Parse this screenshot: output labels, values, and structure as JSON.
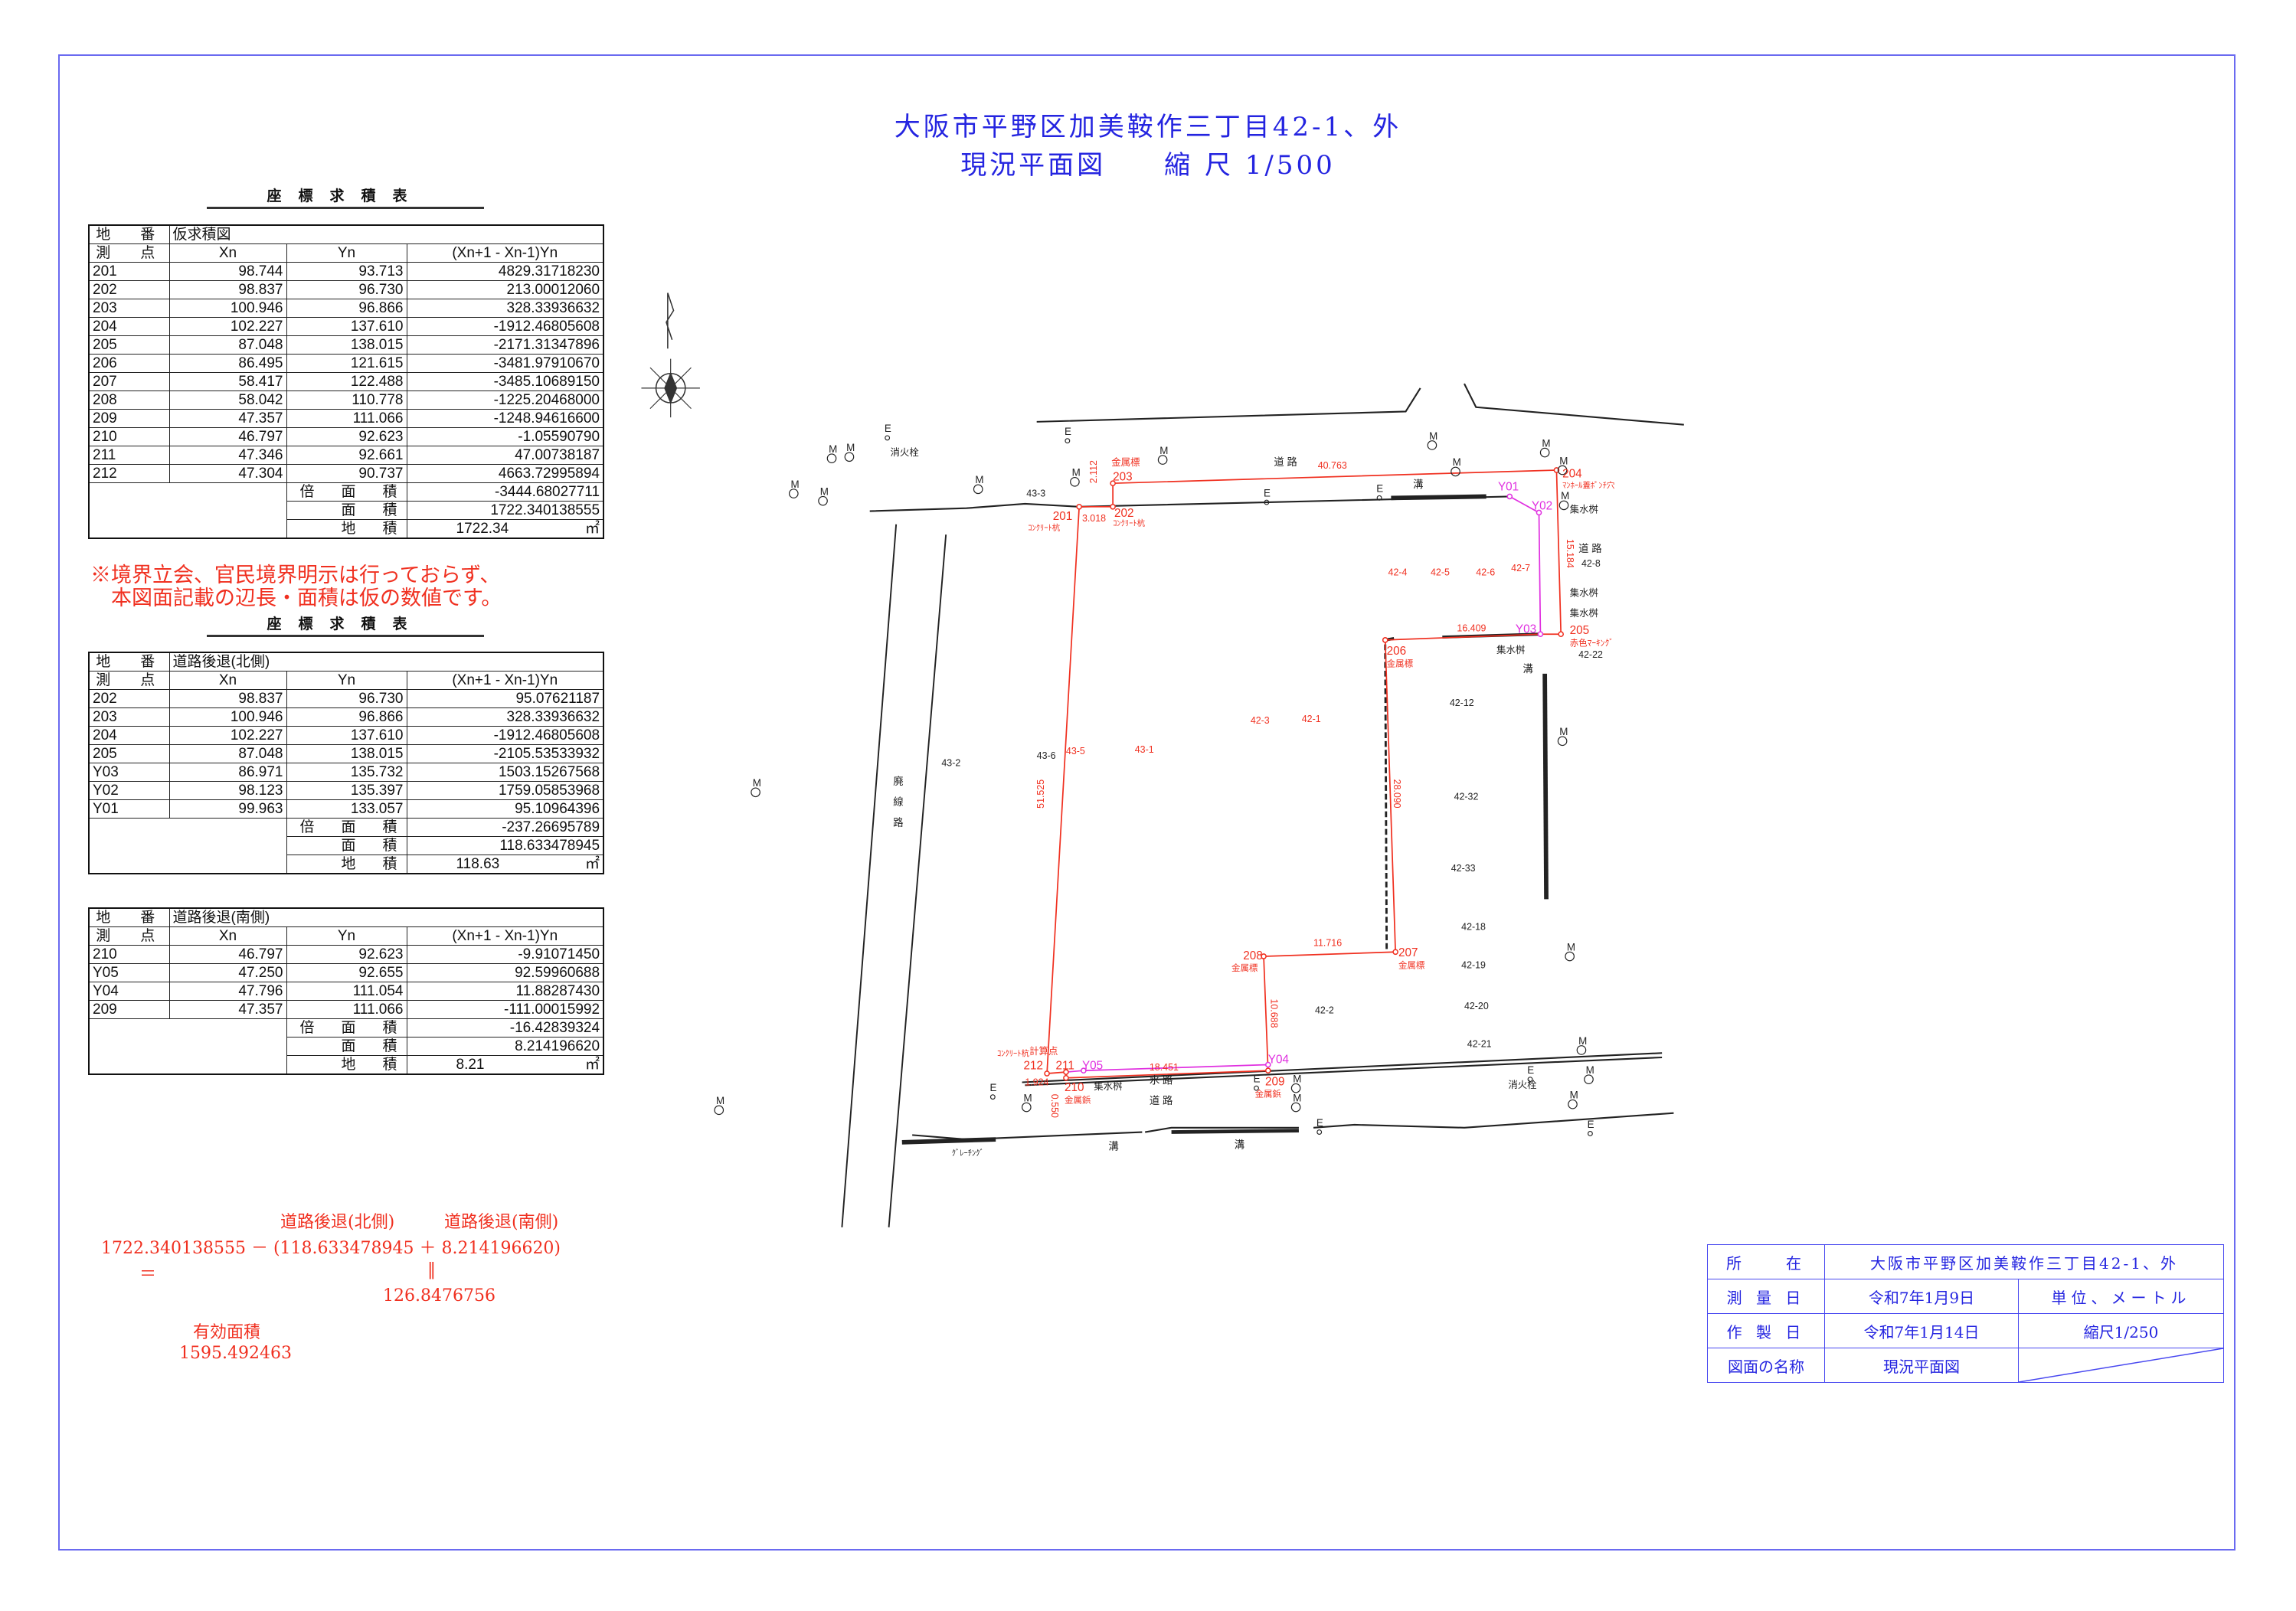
{
  "header": {
    "title_line1": "大阪市平野区加美鞍作三丁目42-1、外",
    "title_line2": "現況平面図　　縮 尺 1/500"
  },
  "tables": [
    {
      "title": "座標求積表",
      "lot_label": "地　番",
      "lot_value": "仮求積図",
      "head": [
        "測　点",
        "Xn",
        "Yn",
        "(Xn+1 - Xn-1)Yn"
      ],
      "rows": [
        [
          "201",
          "98.744",
          "93.713",
          "4829.31718230"
        ],
        [
          "202",
          "98.837",
          "96.730",
          "213.00012060"
        ],
        [
          "203",
          "100.946",
          "96.866",
          "328.33936632"
        ],
        [
          "204",
          "102.227",
          "137.610",
          "-1912.46805608"
        ],
        [
          "205",
          "87.048",
          "138.015",
          "-2171.31347896"
        ],
        [
          "206",
          "86.495",
          "121.615",
          "-3481.97910670"
        ],
        [
          "207",
          "58.417",
          "122.488",
          "-3485.10689150"
        ],
        [
          "208",
          "58.042",
          "110.778",
          "-1225.20468000"
        ],
        [
          "209",
          "47.357",
          "111.066",
          "-1248.94616600"
        ],
        [
          "210",
          "46.797",
          "92.623",
          "-1.05590790"
        ],
        [
          "211",
          "47.346",
          "92.661",
          "47.00738187"
        ],
        [
          "212",
          "47.304",
          "90.737",
          "4663.72995894"
        ]
      ],
      "summary": [
        {
          "label": "倍　面　積",
          "value": "-3444.68027711"
        },
        {
          "label": "面　積",
          "value": "1722.340138555"
        },
        {
          "label": "地　積",
          "value": "1722.34",
          "unit": "㎡"
        }
      ]
    },
    {
      "title": "座標求積表",
      "lot_label": "地　番",
      "lot_value": "道路後退(北側)",
      "head": [
        "測　点",
        "Xn",
        "Yn",
        "(Xn+1 - Xn-1)Yn"
      ],
      "rows": [
        [
          "202",
          "98.837",
          "96.730",
          "95.07621187"
        ],
        [
          "203",
          "100.946",
          "96.866",
          "328.33936632"
        ],
        [
          "204",
          "102.227",
          "137.610",
          "-1912.46805608"
        ],
        [
          "205",
          "87.048",
          "138.015",
          "-2105.53533932"
        ],
        [
          "Y03",
          "86.971",
          "135.732",
          "1503.15267568"
        ],
        [
          "Y02",
          "98.123",
          "135.397",
          "1759.05853968"
        ],
        [
          "Y01",
          "99.963",
          "133.057",
          "95.10964396"
        ]
      ],
      "summary": [
        {
          "label": "倍　面　積",
          "value": "-237.26695789"
        },
        {
          "label": "面　積",
          "value": "118.633478945"
        },
        {
          "label": "地　積",
          "value": "118.63",
          "unit": "㎡"
        }
      ]
    },
    {
      "lot_label": "地　番",
      "lot_value": "道路後退(南側)",
      "head": [
        "測　点",
        "Xn",
        "Yn",
        "(Xn+1 - Xn-1)Yn"
      ],
      "rows": [
        [
          "210",
          "46.797",
          "92.623",
          "-9.91071450"
        ],
        [
          "Y05",
          "47.250",
          "92.655",
          "92.59960688"
        ],
        [
          "Y04",
          "47.796",
          "111.054",
          "11.88287430"
        ],
        [
          "209",
          "47.357",
          "111.066",
          "-111.00015992"
        ]
      ],
      "summary": [
        {
          "label": "倍　面　積",
          "value": "-16.42839324"
        },
        {
          "label": "面　積",
          "value": "8.214196620"
        },
        {
          "label": "地　積",
          "value": "8.21",
          "unit": "㎡"
        }
      ]
    }
  ],
  "note": {
    "line1": "※境界立会、官民境界明示は行っておらず、",
    "line2": "本図面記載の辺長・面積は仮の数値です。"
  },
  "formula": {
    "north_label": "道路後退(北側)",
    "south_label": "道路後退(南側)",
    "expression": "1722.340138555 － (118.633478945 ＋ 8.214196620)",
    "equals_left": "＝",
    "equals_right": "‖",
    "sum": "126.8476756",
    "effective_label": "有効面積",
    "effective_value": "1595.492463"
  },
  "legend": {
    "location_label": "所　　在",
    "location_value": "大阪市平野区加美鞍作三丁目42-1、外",
    "survey_label": "測 量 日",
    "survey_date": "令和7年1月9日",
    "unit": "単位、メートル",
    "made_label": "作 製 日",
    "made_date": "令和7年1月14日",
    "scale": "縮尺1/250",
    "name_label": "図面の名称",
    "name_value": "現況平面図"
  },
  "map": {
    "symbol_e": "E",
    "symbol_m": "M",
    "labels": [
      "201",
      "ｺﾝｸﾘｰﾄ杭",
      "202",
      "ｺﾝｸﾘｰﾄ杭",
      "金属標",
      "203",
      "204",
      "ﾏﾝﾎｰﾙ蓋ﾎﾟﾝﾁ穴",
      "Y01",
      "Y02",
      "Y03",
      "205",
      "赤色ﾏｰｷﾝｸﾞ",
      "206",
      "金属標",
      "207",
      "金属標",
      "208",
      "金属標",
      "209",
      "金属鋲",
      "Y04",
      "ｺﾝｸﾘｰﾄ杭",
      "計算点",
      "212",
      "211",
      "Y05",
      "210",
      "金属鋲",
      "40.763",
      "3.018",
      "2.112",
      "15.184",
      "16.409",
      "51.525",
      "28.090",
      "11.716",
      "10.688",
      "18.451",
      "1.924",
      "0.550",
      "43-5",
      "43-1",
      "42-3",
      "42-1",
      "42-4",
      "42-5",
      "42-6",
      "42-7",
      "43-3",
      "43-6",
      "43-2",
      "42-8",
      "42-22",
      "42-12",
      "42-32",
      "42-33",
      "42-18",
      "42-19",
      "42-20",
      "42-21",
      "42-2",
      "道 路",
      "道 路",
      "水 路",
      "道 路",
      "廃",
      "線",
      "路",
      "消火栓",
      "消火栓",
      "集水桝",
      "集水桝",
      "集水桝",
      "集水桝",
      "集水桝",
      "溝",
      "溝",
      "溝",
      "溝",
      "ｸﾞﾚｰﾁﾝｸﾞ"
    ]
  },
  "colors": {
    "boundary": "#f03020",
    "retreat": "#e030e0",
    "title": "#2424e0",
    "ink": "#111111"
  }
}
